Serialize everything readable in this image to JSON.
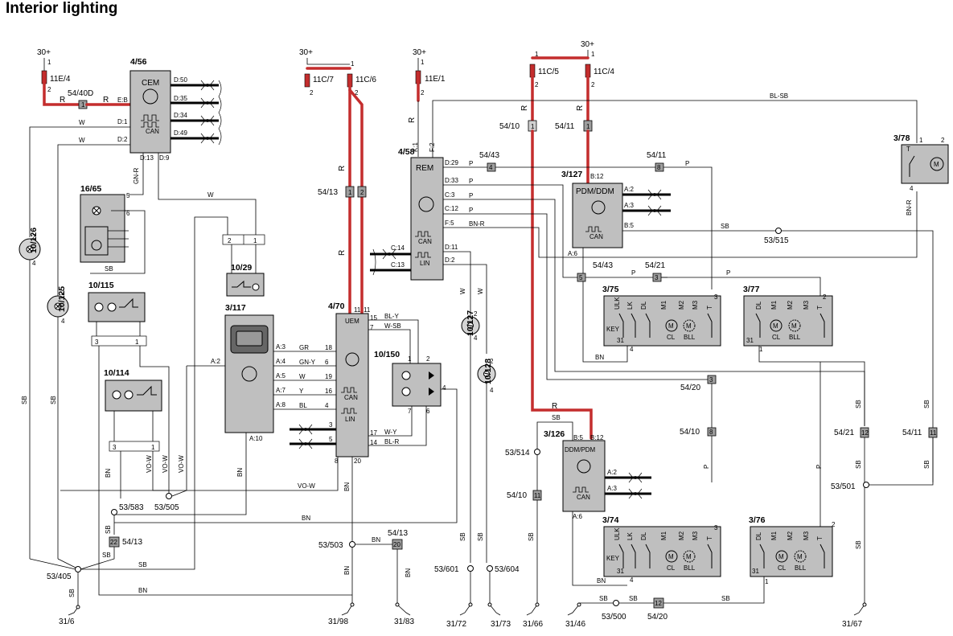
{
  "title": "Interior lighting",
  "supplies": [
    "30+",
    "30+",
    "30+",
    "30+"
  ],
  "fuses": [
    "11E/4",
    "11C/7",
    "11C/6",
    "11E/1",
    "11C/5",
    "11C/4"
  ],
  "modules": {
    "cem": {
      "id": "4/56",
      "name": "CEM",
      "can": "CAN",
      "pins": [
        "E:B",
        "D:1",
        "D:2",
        "D:13",
        "D:9",
        "D:50",
        "D:35",
        "D:34",
        "D:49"
      ]
    },
    "rem": {
      "id": "4/58",
      "name": "REM",
      "can": "CAN",
      "lin": "LIN",
      "pins": [
        "K:1",
        "F:2",
        "D:29",
        "D:33",
        "C:3",
        "C:12",
        "F:5",
        "D:11",
        "D:2",
        "C:14",
        "C:13"
      ]
    },
    "uem": {
      "id": "4/70",
      "name": "UEM",
      "can": "CAN",
      "lin": "LIN",
      "pins": [
        "15",
        "7",
        "11",
        "17",
        "14",
        "20",
        "8"
      ]
    },
    "pdm_ddm": {
      "id": "3/127",
      "name": "PDM/DDM",
      "can": "CAN",
      "pins": [
        "B:12",
        "A:2",
        "A:3",
        "B:5",
        "A:6"
      ]
    },
    "ddm_pdm": {
      "id": "3/126",
      "name": "DDM/PDM",
      "can": "CAN",
      "pins": [
        "B:5",
        "B:12",
        "A:2",
        "A:3",
        "A:6"
      ]
    },
    "m3_117": {
      "id": "3/117",
      "pins": [
        "A:3",
        "A:4",
        "A:5",
        "A:7",
        "A:8",
        "A:2",
        "A:10"
      ]
    }
  },
  "components": [
    "16/65",
    "10/29",
    "10/115",
    "10/114",
    "10/126",
    "10/125",
    "10/150",
    "10/127",
    "10/128",
    "3/75",
    "3/77",
    "3/74",
    "3/76",
    "3/78"
  ],
  "lock_units": {
    "key": "KEY",
    "labels": [
      "ULK",
      "LK",
      "DL",
      "M1",
      "M2",
      "M3",
      "T"
    ],
    "cl": "CL",
    "bll": "BLL"
  },
  "connectors": [
    "54/40D",
    "54/13",
    "54/43",
    "54/11",
    "54/10",
    "54/11",
    "54/43",
    "54/21",
    "54/20",
    "54/10",
    "54/21",
    "54/11",
    "54/10",
    "54/13",
    "54/13",
    "54/20"
  ],
  "connector_pins": [
    "1",
    "1",
    "2",
    "4",
    "8",
    "1",
    "1",
    "5",
    "3",
    "3",
    "8",
    "12",
    "11",
    "11",
    "22",
    "20",
    "12"
  ],
  "splices": [
    "53/515",
    "53/514",
    "53/583",
    "53/505",
    "53/503",
    "53/501",
    "53/405",
    "53/601",
    "53/604",
    "53/500"
  ],
  "grounds": [
    "31/6",
    "31/98",
    "31/83",
    "31/72",
    "31/73",
    "31/66",
    "31/46",
    "31/67"
  ],
  "wire_colors": [
    "R",
    "W",
    "GN-R",
    "SB",
    "BL-SB",
    "P",
    "BN-R",
    "BN",
    "GR",
    "GN-Y",
    "Y",
    "BL",
    "BL-Y",
    "W-SB",
    "W-Y",
    "BL-R",
    "VO-W"
  ],
  "colors": {
    "power_wire": "#c42d2d",
    "module_fill": "#bfbfbf",
    "connector_fill": "#9e9e9e"
  }
}
